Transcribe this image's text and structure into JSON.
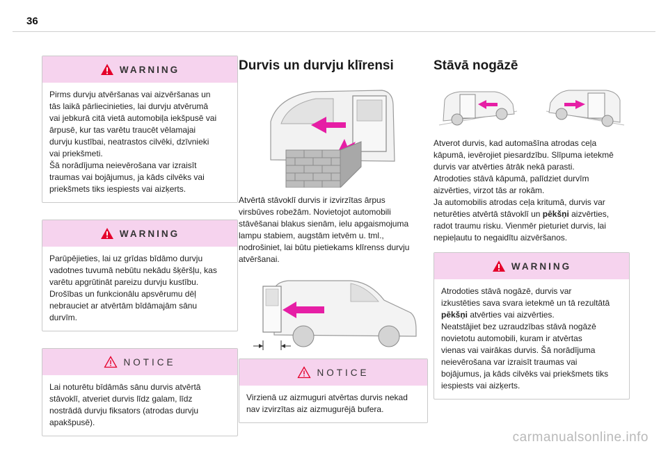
{
  "page": {
    "number": "36",
    "watermark": "carmanualsonline.info"
  },
  "col1": {
    "warning1": {
      "label": "WARNING",
      "lines": [
        "Pirms durvju atvēršanas vai aizvēršanas un",
        "tās laikā pārliecinieties, lai durvju atvērumā",
        "vai jebkurā citā vietā automobiļa iekšpusē vai",
        "ārpusē, kur tas varētu traucēt vēlamajai",
        "durvju kustībai, neatrastos cilvēki, dzīvnieki",
        "vai priekšmeti.",
        "Šā norādījuma neievērošana var izraisīt",
        "traumas vai bojājumus, ja kāds cilvēks vai",
        "priekšmets tiks iespiests vai aizķerts."
      ]
    },
    "warning2": {
      "label": "WARNING",
      "lines": [
        "Parūpējieties, lai uz grīdas bīdāmo durvju",
        "vadotnes tuvumā nebūtu nekādu šķēršļu, kas",
        "varētu apgrūtināt pareizu durvju kustību.",
        "Drošības un funkcionālu apsvērumu dēļ",
        "nebrauciet ar atvērtām bīdāmajām sānu",
        "durvīm."
      ]
    },
    "notice": {
      "label": "NOTICE",
      "lines": [
        "Lai noturētu bīdāmās sānu durvis atvērtā",
        "stāvoklī, atveriet durvis līdz galam, līdz",
        "nostrādā durvju fiksators (atrodas durvju",
        "apakšpusē)."
      ]
    }
  },
  "col2": {
    "heading": "Durvis un durvju klīrensi",
    "icons": {
      "figure1": "open-sliding-door-wall-icon",
      "figure2": "van-side-clearance-icon"
    },
    "lines": [
      "Atvērtā stāvoklī durvis ir izvirzītas ārpus",
      "virsbūves robežām. Novietojot automobili",
      "stāvēšanai blakus sienām, ielu apgaismojuma",
      "lampu stabiem, augstām ietvēm u. tml.,",
      "nodrošiniet, lai būtu pietiekams klīrenss durvju",
      "atvēršanai."
    ],
    "notice": {
      "label": "NOTICE",
      "lines": [
        "Virzienā uz aizmuguri atvērtas durvis nekad",
        "nav izvirzītas aiz aizmugurējā bufera."
      ]
    }
  },
  "col3": {
    "heading": "Stāvā nogāzē",
    "icons": {
      "figure1": "car-on-slope-icon",
      "figure2": "door-closing-on-slope-icon"
    },
    "lines": [
      "Atverot durvis, kad automašīna atrodas ceļa",
      "kāpumā, ievērojiet piesardzību. Slīpuma ietekmē",
      "durvis var atvērties ātrāk nekā parasti.",
      "Atrodoties stāvā kāpumā, palīdziet durvīm",
      "aizvērties, virzot tās ar rokām.",
      "Ja automobilis atrodas ceļa kritumā, durvis var",
      "neturēties atvērtā stāvoklī un",
      "pēkšņi",
      "aizvērties,",
      "radot traumu risku. Vienmēr pieturiet durvis, lai",
      "nepieļautu to negaidītu aizvēršanos."
    ],
    "warning": {
      "label": "WARNING",
      "lines": [
        "Atrodoties stāvā nogāzē, durvis var",
        "izkustēties sava svara ietekmē un tā rezultātā",
        "pēkšņi",
        "atvērties vai aizvērties.",
        "Neatstājiet bez uzraudzības stāvā nogāzē",
        "novietotu automobili, kuram ir atvērtas",
        "vienas vai vairākas durvis. Šā norādījuma",
        "neievērošana var izraisīt traumas vai",
        "bojājumus, ja kāds cilvēks vai priekšmets tiks",
        "iespiests vai aizķerts."
      ]
    }
  },
  "colors": {
    "box_header": "#f6d3ee",
    "warning_red": "#e4002b",
    "arrow_pink": "#e61ea5"
  }
}
